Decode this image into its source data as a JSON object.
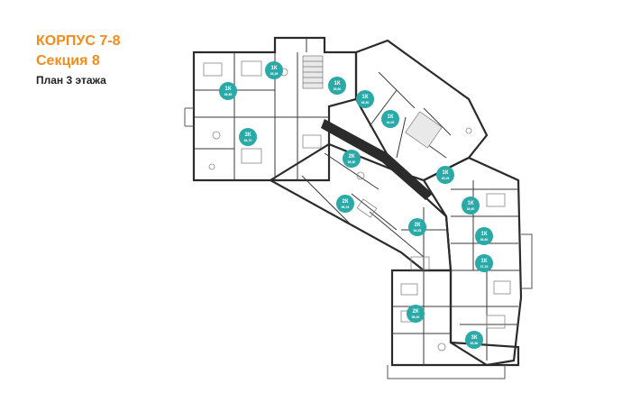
{
  "header": {
    "building": "КОРПУС 7-8",
    "section": "Секция 8",
    "floor_plan": "План 3 этажа"
  },
  "colors": {
    "accent": "#f28c1a",
    "badge": "#2aa9a7",
    "walls": "#2b2b2b"
  },
  "apartments": [
    {
      "rooms": "1К",
      "area": "35,45"
    },
    {
      "rooms": "1К",
      "area": "36,65"
    },
    {
      "rooms": "1К",
      "area": "35,60"
    },
    {
      "rooms": "1К",
      "area": "36,90"
    },
    {
      "rooms": "1К",
      "area": "34,05"
    },
    {
      "rooms": "3К",
      "area": "84,70"
    },
    {
      "rooms": "2К",
      "area": "55,80"
    },
    {
      "rooms": "1К",
      "area": "35,45"
    },
    {
      "rooms": "1К",
      "area": "39,60"
    },
    {
      "rooms": "2К",
      "area": "56,25"
    },
    {
      "rooms": "2К",
      "area": "54,35"
    },
    {
      "rooms": "1К",
      "area": "36,80"
    },
    {
      "rooms": "1К",
      "area": "37,15"
    },
    {
      "rooms": "2К",
      "area": "58,30"
    },
    {
      "rooms": "3К",
      "area": "83,80"
    }
  ]
}
